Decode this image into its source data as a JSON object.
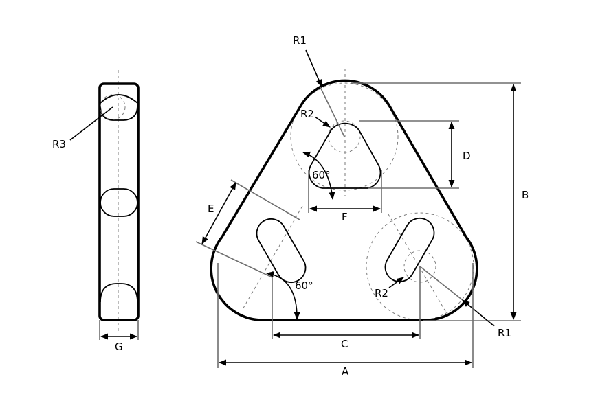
{
  "labels": {
    "A": "A",
    "B": "B",
    "C": "C",
    "D": "D",
    "E": "E",
    "F": "F",
    "G": "G",
    "R1_top": "R1",
    "R1_bottom": "R1",
    "R2_top": "R2",
    "R2_bottom": "R2",
    "R3": "R3",
    "angle_top": "60°",
    "angle_bottom": "60°"
  }
}
